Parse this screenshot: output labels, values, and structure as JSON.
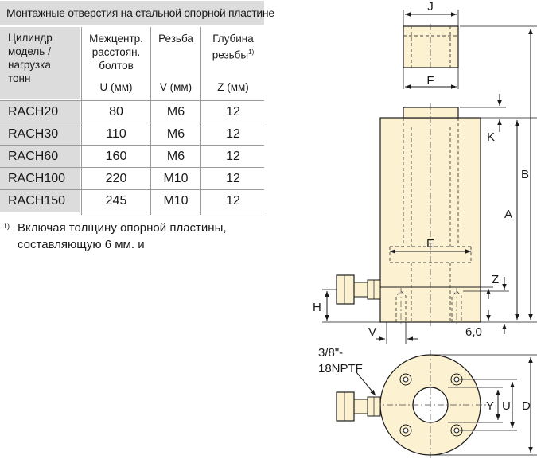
{
  "table": {
    "title": "Монтажные отверстия на стальной опорной пластине",
    "headers": {
      "model": [
        "Цилиндр",
        "модель /",
        "нагрузка",
        "тонн"
      ],
      "u": [
        "Межцентр.",
        "расстоян.",
        "болтов"
      ],
      "u_unit": "U (мм)",
      "v": [
        "Резьба"
      ],
      "v_unit": "V (мм)",
      "z": [
        "Глубина",
        "резьбы"
      ],
      "z_mark": "1)",
      "z_unit": "Z (мм)"
    },
    "rows": [
      {
        "model": "RACH20",
        "u": "80",
        "v": "M6",
        "z": "12"
      },
      {
        "model": "RACH30",
        "u": "110",
        "v": "M6",
        "z": "12"
      },
      {
        "model": "RACH60",
        "u": "160",
        "v": "M6",
        "z": "12"
      },
      {
        "model": "RACH100",
        "u": "220",
        "v": "M10",
        "z": "12"
      },
      {
        "model": "RACH150",
        "u": "245",
        "v": "M10",
        "z": "12"
      }
    ]
  },
  "footnote": {
    "mark": "1)",
    "text": "Включая толщину опорной пластины, составляющую 6 мм. и"
  },
  "drawing": {
    "labels": {
      "j": "J",
      "f": "F",
      "k": "K",
      "b": "B",
      "a": "A",
      "e": "E",
      "z": "Z",
      "h": "H",
      "v": "V",
      "six": "6,0",
      "port_line1": "3/8\"-",
      "port_line2": "18NPTF",
      "y": "Y",
      "u": "U",
      "d": "D"
    },
    "colors": {
      "body_fill": "#fcf2d2",
      "stroke": "#1a1a1a",
      "hidden": "#444444",
      "table_shade": "#dcdcdc"
    }
  }
}
